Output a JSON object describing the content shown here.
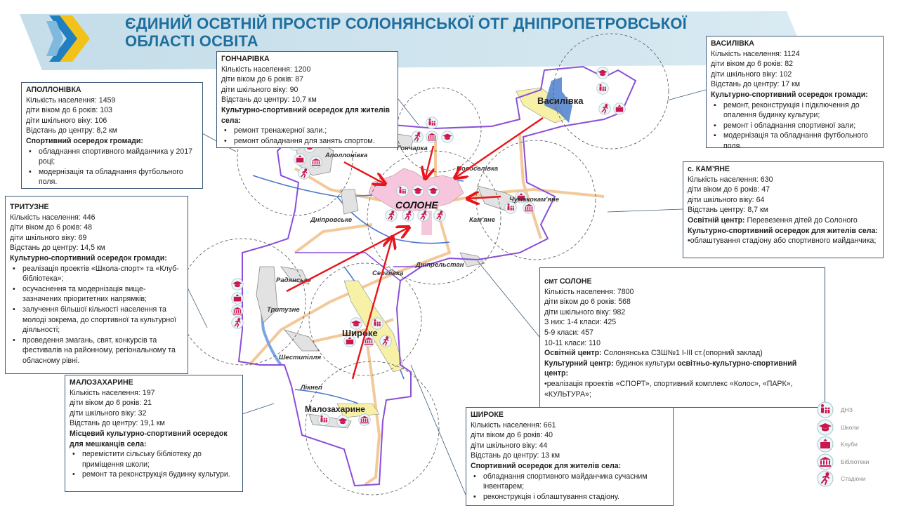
{
  "header": {
    "title": "ЄДИНИЙ ОСВТНІЙ ПРОСТІР СОЛОНЯНСЬКОЇ ОТГ ДНІПРОПЕТРОВСЬКОЇ ОБЛАСТІ ОСВІТА"
  },
  "colors": {
    "title": "#1e6e9e",
    "boundary": "#8a4fd8",
    "arrow": "#e8141b",
    "icon": "#c8174f",
    "settlement": "#e2e2e2",
    "center_area": "#f6c6dc"
  },
  "map": {
    "labels": [
      "Аполлонівка",
      "Гончарка",
      "Василівка",
      "Новоселівка",
      "СОЛОНЕ",
      "Чумакокам'яне",
      "Дніпровське",
      "Кам'яне",
      "Дніпрельстан",
      "Сергіївка",
      "Радянське",
      "Тритузне",
      "Широке",
      "Шестипілля",
      "Лікнеп",
      "Малозахарине"
    ]
  },
  "boxes": [
    {
      "id": "apollonivka",
      "lines": [
        {
          "type": "p",
          "parts": [
            {
              "b": true,
              "t": "АПОЛЛОНІВКА"
            }
          ]
        },
        {
          "type": "p",
          "parts": [
            {
              "t": "Кількість населення: 1459"
            }
          ]
        },
        {
          "type": "p",
          "parts": [
            {
              "t": "діти віком до 6 років: 103"
            }
          ]
        },
        {
          "type": "p",
          "parts": [
            {
              "t": "діти шкільного віку: 106"
            }
          ]
        },
        {
          "type": "p",
          "parts": [
            {
              "t": "Відстань до центру: 8,2 км"
            }
          ]
        },
        {
          "type": "p",
          "parts": [
            {
              "b": true,
              "t": "Спортивний осередок  громади:"
            }
          ]
        },
        {
          "type": "li",
          "parts": [
            {
              "t": "обладнання спортивного майданчика у 2017 році;"
            }
          ]
        },
        {
          "type": "li",
          "parts": [
            {
              "t": "модернізація та обладнання футбольного поля."
            }
          ]
        }
      ]
    },
    {
      "id": "honcharivka",
      "lines": [
        {
          "type": "p",
          "parts": [
            {
              "b": true,
              "t": "ГОНЧАРІВКА"
            }
          ]
        },
        {
          "type": "p",
          "parts": [
            {
              "t": "Кількість населення: 1200"
            }
          ]
        },
        {
          "type": "p",
          "parts": [
            {
              "t": "діти віком до 6 років: 87"
            }
          ]
        },
        {
          "type": "p",
          "parts": [
            {
              "t": "діти шкільного віку: 90"
            }
          ]
        },
        {
          "type": "p",
          "parts": [
            {
              "t": "Відстань до центру: 10,7 км"
            }
          ]
        },
        {
          "type": "p",
          "parts": [
            {
              "b": true,
              "t": "Культурно-спортивний осередок  для жителів села:"
            }
          ]
        },
        {
          "type": "li",
          "parts": [
            {
              "t": "ремонт тренажерної зали.;"
            }
          ]
        },
        {
          "type": "li",
          "parts": [
            {
              "t": "ремонт обладнання для занять спортом."
            }
          ]
        }
      ]
    },
    {
      "id": "vasylivka",
      "lines": [
        {
          "type": "p",
          "parts": [
            {
              "b": true,
              "t": "ВАСИЛІВКА"
            }
          ]
        },
        {
          "type": "p",
          "parts": [
            {
              "t": "Кількість населення: 1124"
            }
          ]
        },
        {
          "type": "p",
          "parts": [
            {
              "t": "діти віком до 6 років: 82"
            }
          ]
        },
        {
          "type": "p",
          "parts": [
            {
              "t": "діти шкільного віку: 102"
            }
          ]
        },
        {
          "type": "p",
          "parts": [
            {
              "t": "Відстань до центру: 17 км"
            }
          ]
        },
        {
          "type": "p",
          "parts": [
            {
              "b": true,
              "t": "Культурно-спортивний осередок  громади:"
            }
          ]
        },
        {
          "type": "sq",
          "parts": [
            {
              "t": "ремонт, реконструкція і підключення до опалення будинку культури;"
            }
          ]
        },
        {
          "type": "sq",
          "parts": [
            {
              "t": "ремонт і обладнання спортивної зали;"
            }
          ]
        },
        {
          "type": "sq",
          "parts": [
            {
              "t": "модернізація та обладнання футбольного поля."
            }
          ]
        }
      ]
    },
    {
      "id": "kamyane",
      "lines": [
        {
          "type": "p",
          "parts": [
            {
              "b": true,
              "t": "с. КАМ’ЯНЕ"
            }
          ]
        },
        {
          "type": "p",
          "parts": [
            {
              "t": "Кількість населення: 630"
            }
          ]
        },
        {
          "type": "p",
          "parts": [
            {
              "t": "діти віком до 6 років: 47"
            }
          ]
        },
        {
          "type": "p",
          "parts": [
            {
              "t": "діти шкільного віку: 64"
            }
          ]
        },
        {
          "type": "p",
          "parts": [
            {
              "t": "Відстань центру: 8,7 км"
            }
          ]
        },
        {
          "type": "p",
          "parts": [
            {
              "b": true,
              "t": "Освітній центр:"
            },
            {
              "t": " Перевезення дітей  до Солоного"
            }
          ]
        },
        {
          "type": "p",
          "parts": [
            {
              "b": true,
              "t": "Культурно-спортивний осередок  для жителів села:"
            }
          ]
        },
        {
          "type": "p",
          "parts": [
            {
              "t": "•облаштування стадіону або спортивного майданчика;"
            }
          ]
        }
      ]
    },
    {
      "id": "tritusne",
      "lines": [
        {
          "type": "p",
          "parts": [
            {
              "b": true,
              "t": "ТРИТУЗНЕ"
            }
          ]
        },
        {
          "type": "p",
          "parts": [
            {
              "t": "Кількість населення: 446"
            }
          ]
        },
        {
          "type": "p",
          "parts": [
            {
              "t": "діти віком до 6 років: 48"
            }
          ]
        },
        {
          "type": "p",
          "parts": [
            {
              "t": "діти шкільного віку: 69"
            }
          ]
        },
        {
          "type": "p",
          "parts": [
            {
              "t": "Відстань до центру: 14,5 км"
            }
          ]
        },
        {
          "type": "p",
          "parts": [
            {
              "b": true,
              "t": "Культурно-спортивний осередок  громади:"
            }
          ]
        },
        {
          "type": "li",
          "parts": [
            {
              "t": "реалізація проектів «Школа-спорт» та «Клуб-бібліотека»;"
            }
          ]
        },
        {
          "type": "li",
          "parts": [
            {
              "t": "осучаснення та модернізація вище-зазначених пріоритетних напрямків;"
            }
          ]
        },
        {
          "type": "li",
          "parts": [
            {
              "t": "залучення більшої кількості населення та молоді зокрема,  до спортивної та культурної діяльності;"
            }
          ]
        },
        {
          "type": "li",
          "parts": [
            {
              "t": "проведення змагань, свят, конкурсів та фестивалів на районному, регіональному та обласному рівні."
            }
          ]
        }
      ]
    },
    {
      "id": "malozakharyne",
      "lines": [
        {
          "type": "p",
          "parts": [
            {
              "b": true,
              "t": "МАЛОЗАХАРИНЕ"
            }
          ]
        },
        {
          "type": "p",
          "parts": [
            {
              "t": "Кількість населення: 197"
            }
          ]
        },
        {
          "type": "p",
          "parts": [
            {
              "t": "діти віком до 6 років: 21"
            }
          ]
        },
        {
          "type": "p",
          "parts": [
            {
              "t": "діти шкільного віку: 32"
            }
          ]
        },
        {
          "type": "p",
          "parts": [
            {
              "t": "Відстань до центру: 19,1 км"
            }
          ]
        },
        {
          "type": "p",
          "parts": [
            {
              "b": true,
              "t": "Місцевий культурно-спортивний осередок для мешканців села:"
            }
          ]
        },
        {
          "type": "li",
          "parts": [
            {
              "t": "перемістити сільську бібліотеку до приміщення школи;"
            }
          ]
        },
        {
          "type": "li",
          "parts": [
            {
              "t": "ремонт та реконструкція будинку культури."
            }
          ]
        }
      ]
    },
    {
      "id": "solone",
      "lines": [
        {
          "type": "p",
          "parts": [
            {
              "b": true,
              "t": "смт СОЛОНЕ"
            }
          ]
        },
        {
          "type": "p",
          "parts": [
            {
              "t": "Кількість населення: 7800"
            }
          ]
        },
        {
          "type": "p",
          "parts": [
            {
              "t": "діти віком до 6 років: 568"
            }
          ]
        },
        {
          "type": "p",
          "parts": [
            {
              "t": "діти шкільного віку: 982"
            }
          ]
        },
        {
          "type": "p",
          "parts": [
            {
              "t": "З них:  1-4 класи: 425"
            }
          ]
        },
        {
          "type": "p",
          "parts": [
            {
              "t": "            5-9 класи: 457"
            }
          ]
        },
        {
          "type": "p",
          "parts": [
            {
              "t": "          10-11 класи: 110"
            }
          ]
        },
        {
          "type": "p",
          "parts": [
            {
              "b": true,
              "t": "Освітній центр:"
            },
            {
              "t": " Солонянська СЗШ№1 І-ІІІ ст.(опорний заклад)"
            }
          ]
        },
        {
          "type": "p",
          "parts": [
            {
              "b": true,
              "t": "Культурний центр:"
            },
            {
              "t": " будинок культури "
            },
            {
              "b": true,
              "t": "освітньо-культурно-спортивний центр:"
            }
          ]
        },
        {
          "type": "p",
          "parts": [
            {
              "t": "•реалізація проектів «СПОРТ», спортивний комплекс «Колос», «ПАРК», «КУЛЬТУРА»;"
            }
          ]
        }
      ]
    },
    {
      "id": "shyroke",
      "lines": [
        {
          "type": "p",
          "parts": [
            {
              "b": true,
              "t": "ШИРОКЕ"
            }
          ]
        },
        {
          "type": "p",
          "parts": [
            {
              "t": "Кількість населення: 661"
            }
          ]
        },
        {
          "type": "p",
          "parts": [
            {
              "t": "діти віком до 6 років: 40"
            }
          ]
        },
        {
          "type": "p",
          "parts": [
            {
              "t": "діти шкільного віку: 44"
            }
          ]
        },
        {
          "type": "p",
          "parts": [
            {
              "t": "Відстань до центру: 13 км"
            }
          ]
        },
        {
          "type": "p",
          "parts": [
            {
              "b": true,
              "t": "Спортивний осередок  для жителів села:"
            }
          ]
        },
        {
          "type": "li",
          "parts": [
            {
              "t": "обладнання спортивного майданчика сучасним інвентарем;"
            }
          ]
        },
        {
          "type": "li",
          "parts": [
            {
              "t": "реконструкція і облаштування стадіону."
            }
          ]
        }
      ]
    }
  ],
  "legend": [
    {
      "icon": "kindergarten-icon",
      "label": "ДНЗ"
    },
    {
      "icon": "school-icon",
      "label": "Школи"
    },
    {
      "icon": "club-icon",
      "label": "Клуби"
    },
    {
      "icon": "library-icon",
      "label": "Бібліотеки"
    },
    {
      "icon": "stadium-icon",
      "label": "Стадіони"
    }
  ]
}
